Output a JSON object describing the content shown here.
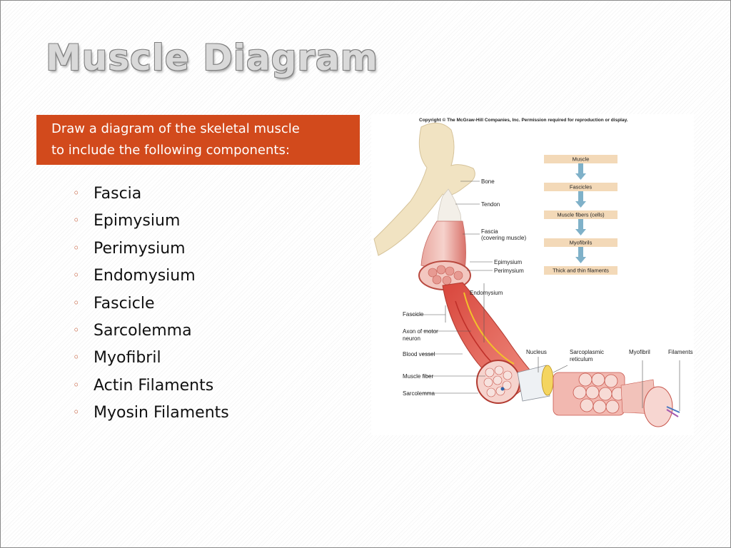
{
  "slide": {
    "title": "Muscle Diagram",
    "prompt_lines": [
      "Draw a diagram of the skeletal muscle",
      "to include the following components:"
    ],
    "bullet_items": [
      "Fascia",
      "Epimysium",
      "Perimysium",
      "Endomysium",
      "Fascicle",
      "Sarcolemma",
      "Myofibril",
      "Actin Filaments",
      "Myosin Filaments"
    ]
  },
  "figure": {
    "copyright": "Copyright © The McGraw-Hill Companies, Inc. Permission required for reproduction or display.",
    "flow_steps": [
      "Muscle",
      "Fascicles",
      "Muscle fibers (cells)",
      "Myofibrils",
      "Thick and thin filaments"
    ],
    "labels": {
      "bone": "Bone",
      "tendon": "Tendon",
      "fascia_line1": "Fascia",
      "fascia_line2": "(covering muscle)",
      "epimysium": "Epimysium",
      "perimysium": "Perimysium",
      "endomysium": "Endomysium",
      "fascicle": "Fascicle",
      "axon_line1": "Axon of motor",
      "axon_line2": "neuron",
      "blood_vessel": "Blood vessel",
      "muscle_fiber": "Muscle fiber",
      "sarcolemma": "Sarcolemma",
      "nucleus": "Nucleus",
      "sr_line1": "Sarcoplasmic",
      "sr_line2": "reticulum",
      "myofibril": "Myofibril",
      "filaments": "Filaments"
    },
    "colors": {
      "accent_orange": "#d24a1c",
      "muscle_red": "#c8453a",
      "bone": "#f1e3c2",
      "flow_box": "#f3d9b8",
      "flow_arrow": "#7fb1c9"
    }
  }
}
